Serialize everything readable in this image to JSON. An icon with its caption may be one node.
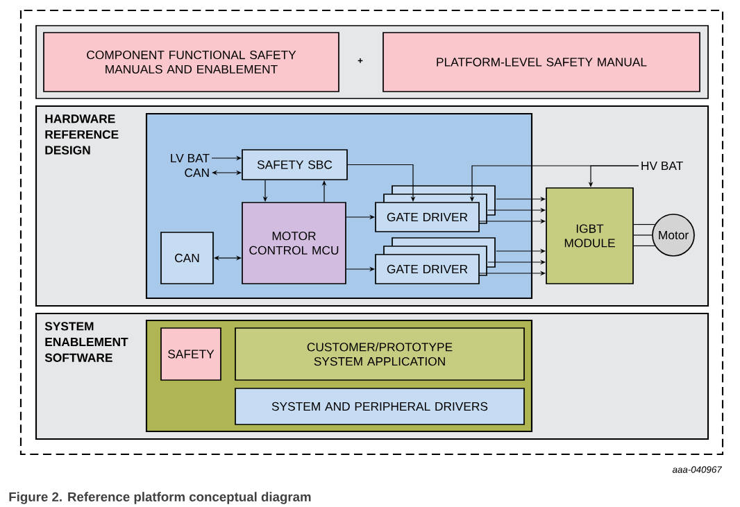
{
  "diagram": {
    "caption": "Figure 2. Reference platform conceptual diagram",
    "nodes": [
      {
        "text": [],
        "shape": "box"
      },
      {
        "text": [
          "COMPONENT FUNCTIONAL SAFETY MANUALS AND ENABLEMENT"
        ],
        "in": 0
      },
      {
        "text": [
          "PLATFORM-LEVEL SAFETY MANUAL"
        ],
        "in": 0
      },
      {
        "text": [
          "HARDWARE REFERENCE DESIGN"
        ]
      },
      {
        "text": [],
        "shape": "box",
        "in": 3
      },
      {
        "text": [
          "LV BAT"
        ],
        "in": 4
      },
      {
        "text": [
          "CAN"
        ],
        "in": 4
      },
      {
        "text": [
          "SAFETY SBC"
        ],
        "in": 4
      },
      {
        "text": [
          "MOTOR CONTROL MCU"
        ],
        "in": 4
      },
      {
        "text": [
          "CAN"
        ],
        "in": 4
      },
      {
        "text": [
          "GATE DRIVER"
        ],
        "in": 4
      },
      {
        "text": [
          "GATE DRIVER"
        ],
        "in": 4
      },
      {
        "text": [
          "HV BAT"
        ],
        "in": 3
      },
      {
        "text": [
          "IGBT MODULE"
        ],
        "in": 3
      },
      {
        "text": [
          "Motor"
        ],
        "in": 3
      },
      {
        "text": [
          "SYSTEM ENABLEMENT SOFTWARE"
        ]
      },
      {
        "text": [],
        "shape": "box",
        "in": 15
      },
      {
        "text": [
          "SAFETY"
        ],
        "in": 16
      },
      {
        "text": [
          "CUSTOMER/PROTOTYPE SYSTEM APPLICATION"
        ],
        "in": 16
      },
      {
        "text": [
          "SYSTEM AND PERIPHERAL DRIVERS"
        ],
        "in": 16
      }
    ],
    "edges": [
      {
        "from": 5,
        "to": 7,
        "arrow": "to"
      },
      {
        "from": 6,
        "to": 7,
        "arrow": "both"
      },
      {
        "from": 7,
        "to": 8,
        "arrow": "to"
      },
      {
        "from": 8,
        "to": 7,
        "arrow": "to"
      },
      {
        "from": 9,
        "to": 8,
        "arrow": "both"
      },
      {
        "from": 8,
        "to": 10,
        "arrow": "to"
      },
      {
        "from": 8,
        "to": 11,
        "arrow": "to"
      },
      {
        "from": 7,
        "to": 10,
        "arrow": "to"
      },
      {
        "from": 12,
        "to": 10,
        "arrow": "to"
      },
      {
        "from": 12,
        "to": 13,
        "arrow": "to"
      },
      {
        "from": 10,
        "to": 13,
        "arrow": "to"
      },
      {
        "from": 10,
        "to": 13,
        "arrow": "to"
      },
      {
        "from": 10,
        "to": 13,
        "arrow": "to"
      },
      {
        "from": 11,
        "to": 13,
        "arrow": "to"
      },
      {
        "from": 11,
        "to": 13,
        "arrow": "to"
      },
      {
        "from": 11,
        "to": 13,
        "arrow": "to"
      },
      {
        "from": 13,
        "to": 14,
        "arrow": "none"
      },
      {
        "from": 13,
        "to": 14,
        "arrow": "none"
      },
      {
        "from": 13,
        "to": 14,
        "arrow": "none"
      }
    ],
    "labels": [
      "+",
      "aaa-040967"
    ]
  }
}
